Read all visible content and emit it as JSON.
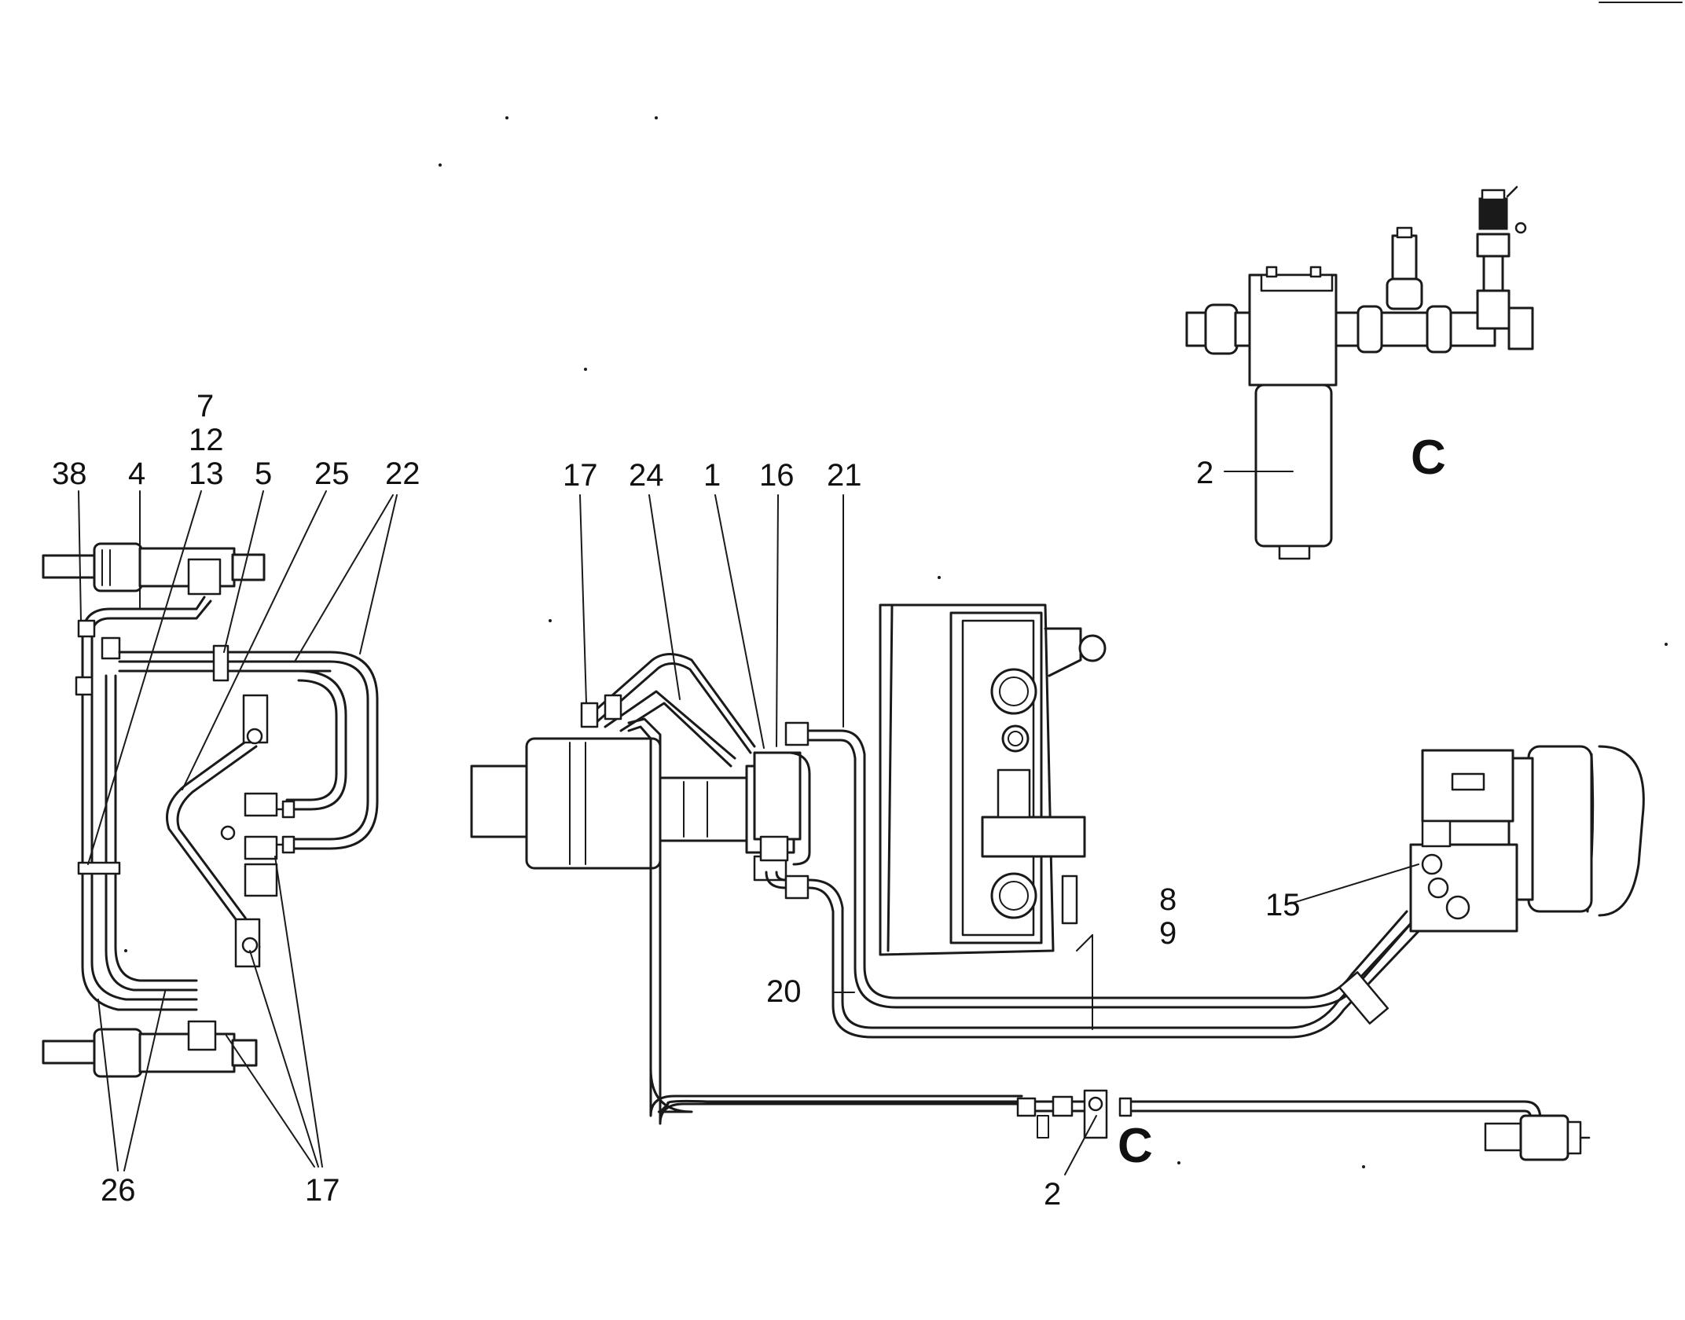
{
  "callouts": {
    "c_7": "7",
    "c_12": "12",
    "c_13": "13",
    "c_38": "38",
    "c_4": "4",
    "c_5": "5",
    "c_25": "25",
    "c_22": "22",
    "c_17_top": "17",
    "c_24": "24",
    "c_1": "1",
    "c_16": "16",
    "c_21": "21",
    "c_2_detail": "2",
    "c_15": "15",
    "c_8": "8",
    "c_9": "9",
    "c_20": "20",
    "c_26": "26",
    "c_17_bottom": "17",
    "c_2_bottom": "2"
  },
  "section_letters": {
    "detail_view": "C",
    "filter_location": "C"
  }
}
